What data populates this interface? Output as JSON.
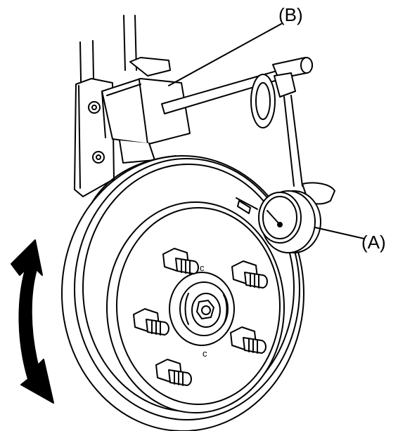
{
  "labels": {
    "b": "(B)",
    "a": "(A)",
    "c_mark_1": "c",
    "c_mark_2": "c"
  },
  "colors": {
    "line": "#000000",
    "fill": "#ffffff"
  },
  "icons": {
    "rotation": "double-headed-curved-arrow"
  }
}
